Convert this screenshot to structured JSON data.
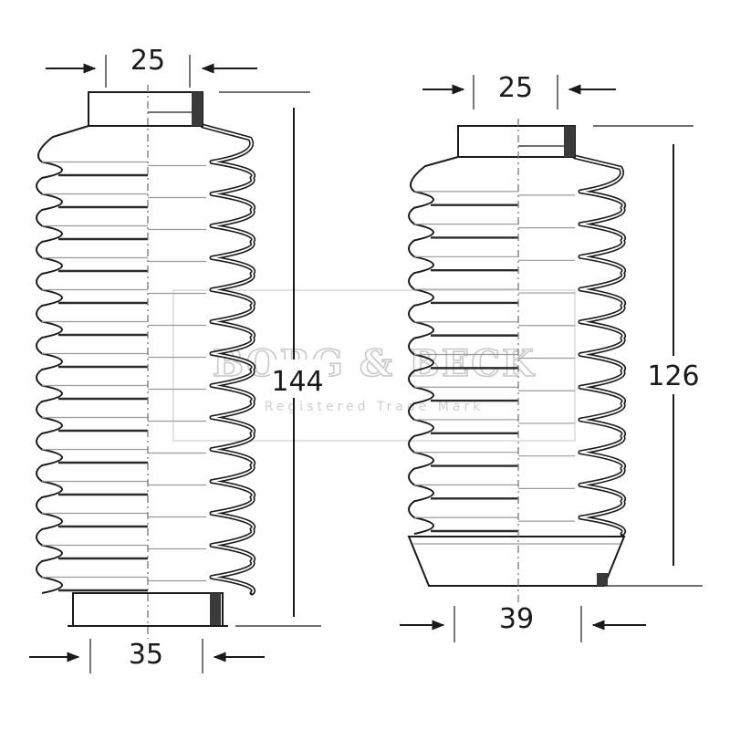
{
  "diagram": {
    "watermark": {
      "brand": "BORG & BECK",
      "tagline": "Registered Trade Mark"
    },
    "boots": [
      {
        "id": "left",
        "top_diameter": "25",
        "bottom_diameter": "35",
        "length": "144"
      },
      {
        "id": "right",
        "top_diameter": "25",
        "bottom_diameter": "39",
        "length": "126"
      }
    ]
  }
}
